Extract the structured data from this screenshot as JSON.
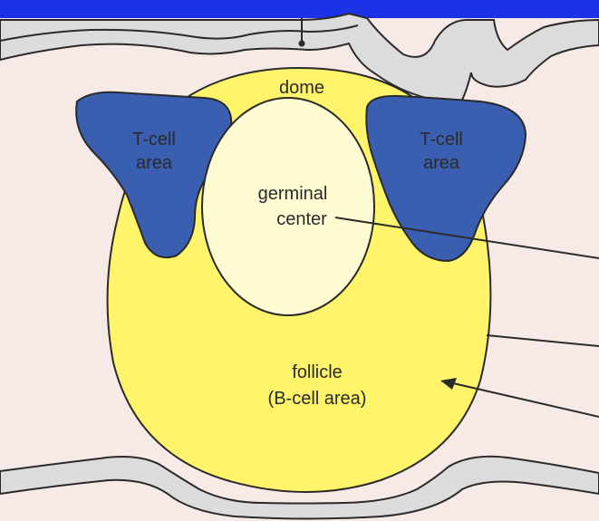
{
  "labels": {
    "dome": "dome",
    "tcell_left_1": "T-cell",
    "tcell_left_2": "area",
    "tcell_right_1": "T-cell",
    "tcell_right_2": "area",
    "germinal_1": "germinal",
    "germinal_2": "center",
    "follicle_1": "follicle",
    "follicle_2": "(B-cell area)"
  },
  "colors": {
    "banner": "#1a33e6",
    "background": "#f7e9e6",
    "epithelium_fill": "#dcdcdc",
    "follicle": "#fff46a",
    "germinal_center": "#fffbd2",
    "tcell_area": "#3a5fb0",
    "outline": "#2a2a2a"
  }
}
